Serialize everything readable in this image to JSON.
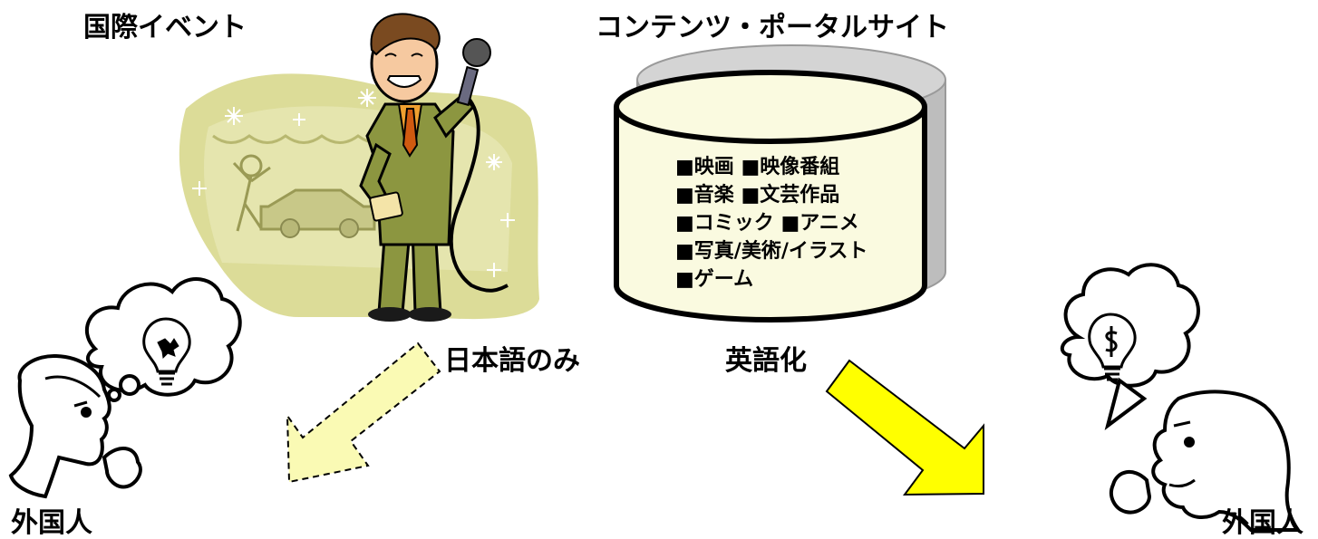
{
  "labels": {
    "event_title": "国際イベント",
    "portal_title": "コンテンツ・ポータルサイト",
    "japanese_only": "日本語のみ",
    "english": "英語化",
    "foreigner_left": "外国人",
    "foreigner_right": "外国人"
  },
  "content_list": [
    "■映画 ■映像番組",
    "■音楽 ■文芸作品",
    "■コミック  ■アニメ",
    "■写真/美術/イラスト",
    "■ゲーム"
  ],
  "colors": {
    "dashed_arrow_fill": "#fafab4",
    "solid_arrow_fill": "#ffff00",
    "cylinder_fill": "#fafae0",
    "stage_tint": "#d8d890",
    "suit": "#8c9640"
  },
  "icons": {
    "event": "announcer-icon",
    "portal": "database-cylinder-icon",
    "left_person": "confused-person-icon",
    "right_person": "pleased-person-icon"
  }
}
